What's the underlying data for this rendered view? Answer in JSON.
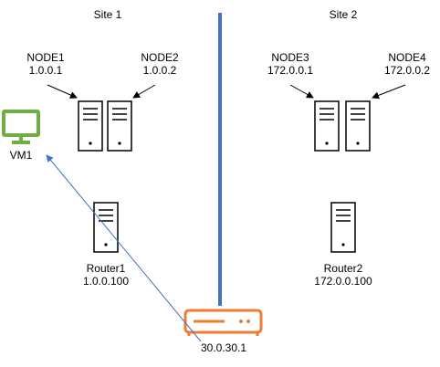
{
  "sites": [
    {
      "title": "Site 1"
    },
    {
      "title": "Site 2"
    }
  ],
  "nodes": [
    {
      "name": "NODE1",
      "ip": "1.0.0.1"
    },
    {
      "name": "NODE2",
      "ip": "1.0.0.2"
    },
    {
      "name": "NODE3",
      "ip": "172.0.0.1"
    },
    {
      "name": "NODE4",
      "ip": "172.0.0.2"
    }
  ],
  "vm": {
    "name": "VM1"
  },
  "routers": [
    {
      "name": "Router1",
      "ip": "1.0.0.100"
    },
    {
      "name": "Router2",
      "ip": "172.0.0.100"
    }
  ],
  "gateway": {
    "ip": "30.0.30.1"
  },
  "colors": {
    "divider": "#4472c4",
    "vm": "#70ad47",
    "gateway": "#ed7d31",
    "connector": "#4472c4",
    "device": "#000000"
  },
  "icons": {
    "server": "server-icon",
    "monitor": "monitor-icon",
    "router": "router-icon"
  }
}
